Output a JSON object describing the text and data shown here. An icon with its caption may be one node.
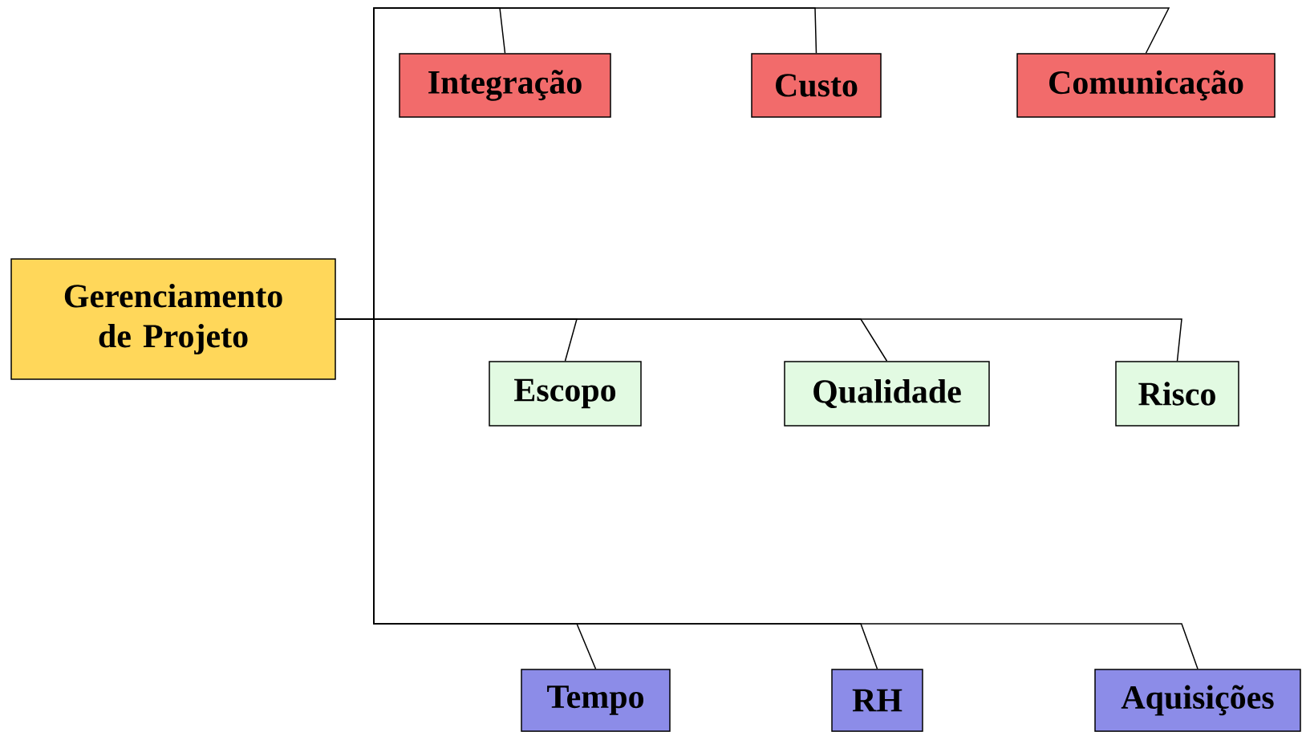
{
  "diagram": {
    "nodes": [
      {
        "text": [
          "Gerenciamento de Projeto"
        ]
      },
      {
        "text": [
          "Integração"
        ]
      },
      {
        "text": [
          "Custo"
        ]
      },
      {
        "text": [
          "Comunicação"
        ]
      },
      {
        "text": [
          "Escopo"
        ]
      },
      {
        "text": [
          "Qualidade"
        ]
      },
      {
        "text": [
          "Risco"
        ]
      },
      {
        "text": [
          "Tempo"
        ]
      },
      {
        "text": [
          "RH"
        ]
      },
      {
        "text": [
          "Aquisições"
        ]
      }
    ],
    "edges": [
      {
        "from": 0,
        "to": 1,
        "arrow": "none"
      },
      {
        "from": 0,
        "to": 2,
        "arrow": "none"
      },
      {
        "from": 0,
        "to": 3,
        "arrow": "none"
      },
      {
        "from": 0,
        "to": 4,
        "arrow": "none"
      },
      {
        "from": 0,
        "to": 5,
        "arrow": "none"
      },
      {
        "from": 0,
        "to": 6,
        "arrow": "none"
      },
      {
        "from": 0,
        "to": 7,
        "arrow": "none"
      },
      {
        "from": 0,
        "to": 8,
        "arrow": "none"
      },
      {
        "from": 0,
        "to": 9,
        "arrow": "none"
      }
    ]
  }
}
